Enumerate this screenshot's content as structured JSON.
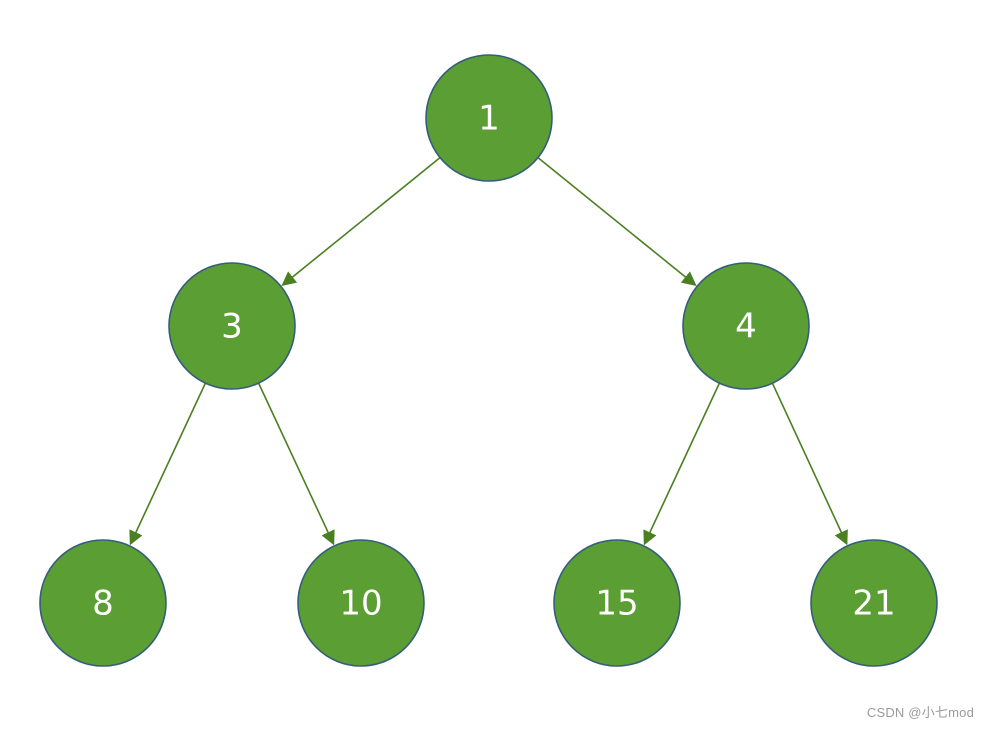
{
  "diagram": {
    "colors": {
      "node_fill": "#5b9e34",
      "node_stroke": "#355e7a",
      "edge": "#4a7f22",
      "label": "#ffffff"
    },
    "nodes": [
      {
        "id": "n1",
        "label": "1"
      },
      {
        "id": "n3",
        "label": "3"
      },
      {
        "id": "n4",
        "label": "4"
      },
      {
        "id": "n8",
        "label": "8"
      },
      {
        "id": "n10",
        "label": "10"
      },
      {
        "id": "n15",
        "label": "15"
      },
      {
        "id": "n21",
        "label": "21"
      }
    ],
    "edges": [
      {
        "from": "n1",
        "to": "n3"
      },
      {
        "from": "n1",
        "to": "n4"
      },
      {
        "from": "n3",
        "to": "n8"
      },
      {
        "from": "n3",
        "to": "n10"
      },
      {
        "from": "n4",
        "to": "n15"
      },
      {
        "from": "n4",
        "to": "n21"
      }
    ]
  },
  "watermark": "CSDN @小七mod"
}
